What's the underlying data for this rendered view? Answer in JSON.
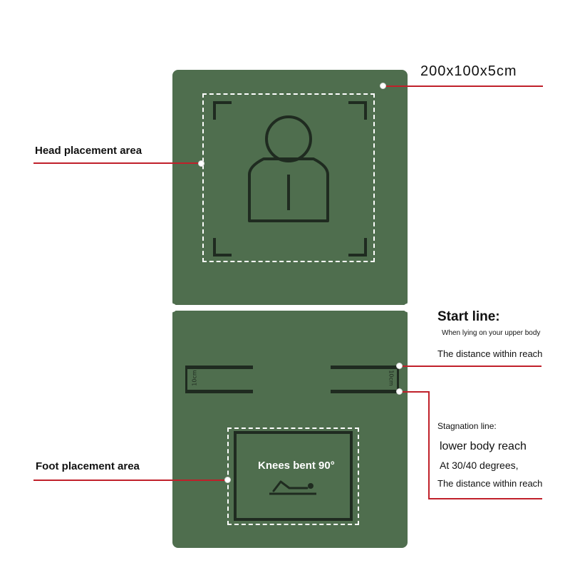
{
  "dimensions_label": "200x100x5cm",
  "labels": {
    "head_area": "Head placement area",
    "foot_area": "Foot placement area",
    "start_line_title": "Start line:",
    "start_line_sub": "When lying on your upper body",
    "start_line_reach": "The distance within reach",
    "stagnation_title": "Stagnation line:",
    "stagnation_lower": "lower body reach",
    "stagnation_degrees": "At 30/40 degrees,",
    "stagnation_reach": "The distance within reach"
  },
  "mat": {
    "knees_text": "Knees bent 90°",
    "ruler_left": "10cm",
    "ruler_right": "10cm"
  },
  "colors": {
    "mat": "#4f6e4e",
    "leader": "#c0202a",
    "outline": "#1f2b20"
  },
  "icons": [
    "person-icon",
    "lying-figure-icon"
  ]
}
